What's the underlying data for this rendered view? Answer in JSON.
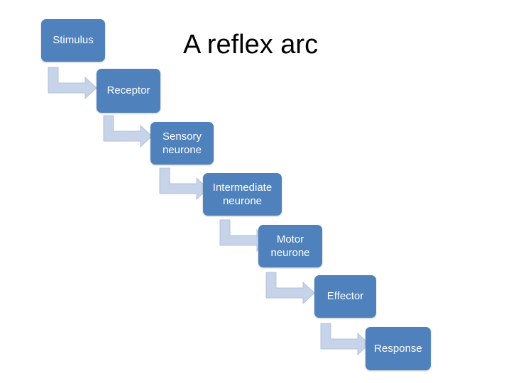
{
  "title": "A reflex arc",
  "colors": {
    "box": "#4f81bd",
    "box_text": "#ffffff",
    "arrow": "#c6d3e8"
  },
  "steps": [
    {
      "label": "Stimulus"
    },
    {
      "label": "Receptor"
    },
    {
      "label": "Sensory\nneurone"
    },
    {
      "label": "Intermediate\nneurone"
    },
    {
      "label": "Motor\nneurone"
    },
    {
      "label": "Effector"
    },
    {
      "label": "Response"
    }
  ]
}
